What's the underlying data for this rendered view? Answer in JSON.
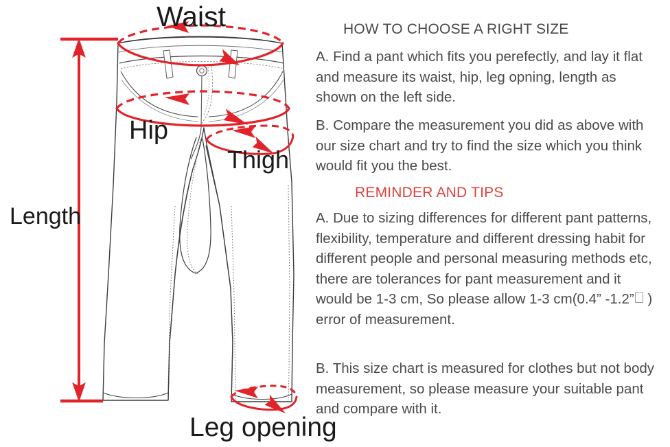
{
  "diagram": {
    "title": "pants-measurement-diagram",
    "accent_color": "#e2232a",
    "outline_color": "#3d3d3d",
    "labels": {
      "waist": "Waist",
      "hip": "Hip",
      "thigh": "Thigh",
      "length": "Length",
      "leg_opening": "Leg opening"
    }
  },
  "instructions": {
    "heading": "HOW TO CHOOSE A RIGHT SIZE",
    "item_a": "A. Find a pant which fits you perefectly, and lay it flat and measure its waist, hip, leg opning, length as shown on the left side.",
    "item_b": "B. Compare the measurement you did as above with our  size chart and try to find the size which you think would fit you the best."
  },
  "reminder": {
    "heading": "REMINDER AND TIPS",
    "heading_color": "#e0413c",
    "item_a_part1": "A. Due to sizing differences for different pant patterns, flexibility, temperature and different dressing habit for different people and personal measuring methods etc, there are tolerances for pant measurement and it would be 1-3 cm, So please allow 1-3 cm(0.4” -1.2”",
    "item_a_part2": " ) error of measurement.",
    "item_b": "B. This size chart is measured for clothes but not body measurement, so please measure your suitable pant and compare with it."
  }
}
